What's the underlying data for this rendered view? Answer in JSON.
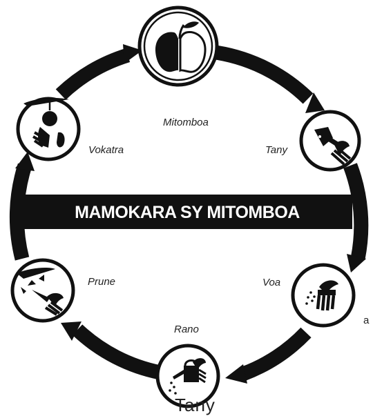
{
  "diagram": {
    "title": "MAMOKARA SY MITOMBOA",
    "stages": [
      {
        "id": "mitomboa",
        "label": "Mitomboa",
        "icon": "apple-icon"
      },
      {
        "id": "tany",
        "label": "Tany",
        "icon": "trowel-hand-icon"
      },
      {
        "id": "voa",
        "label": "Voa",
        "icon": "hand-sowing-seeds-icon"
      },
      {
        "id": "rano",
        "label": "Rano",
        "icon": "watering-can-icon"
      },
      {
        "id": "prune",
        "label": "Prune",
        "icon": "pruning-shears-icon"
      },
      {
        "id": "vokatra",
        "label": "Vokatra",
        "icon": "hand-picking-fruit-icon"
      }
    ]
  },
  "stray_text": {
    "right_fragment": "a",
    "bottom_fragment": "Tany"
  },
  "colors": {
    "ring": "#111111",
    "banner": "#111111",
    "banner_text": "#ffffff",
    "icon": "#111111",
    "background": "#ffffff"
  }
}
